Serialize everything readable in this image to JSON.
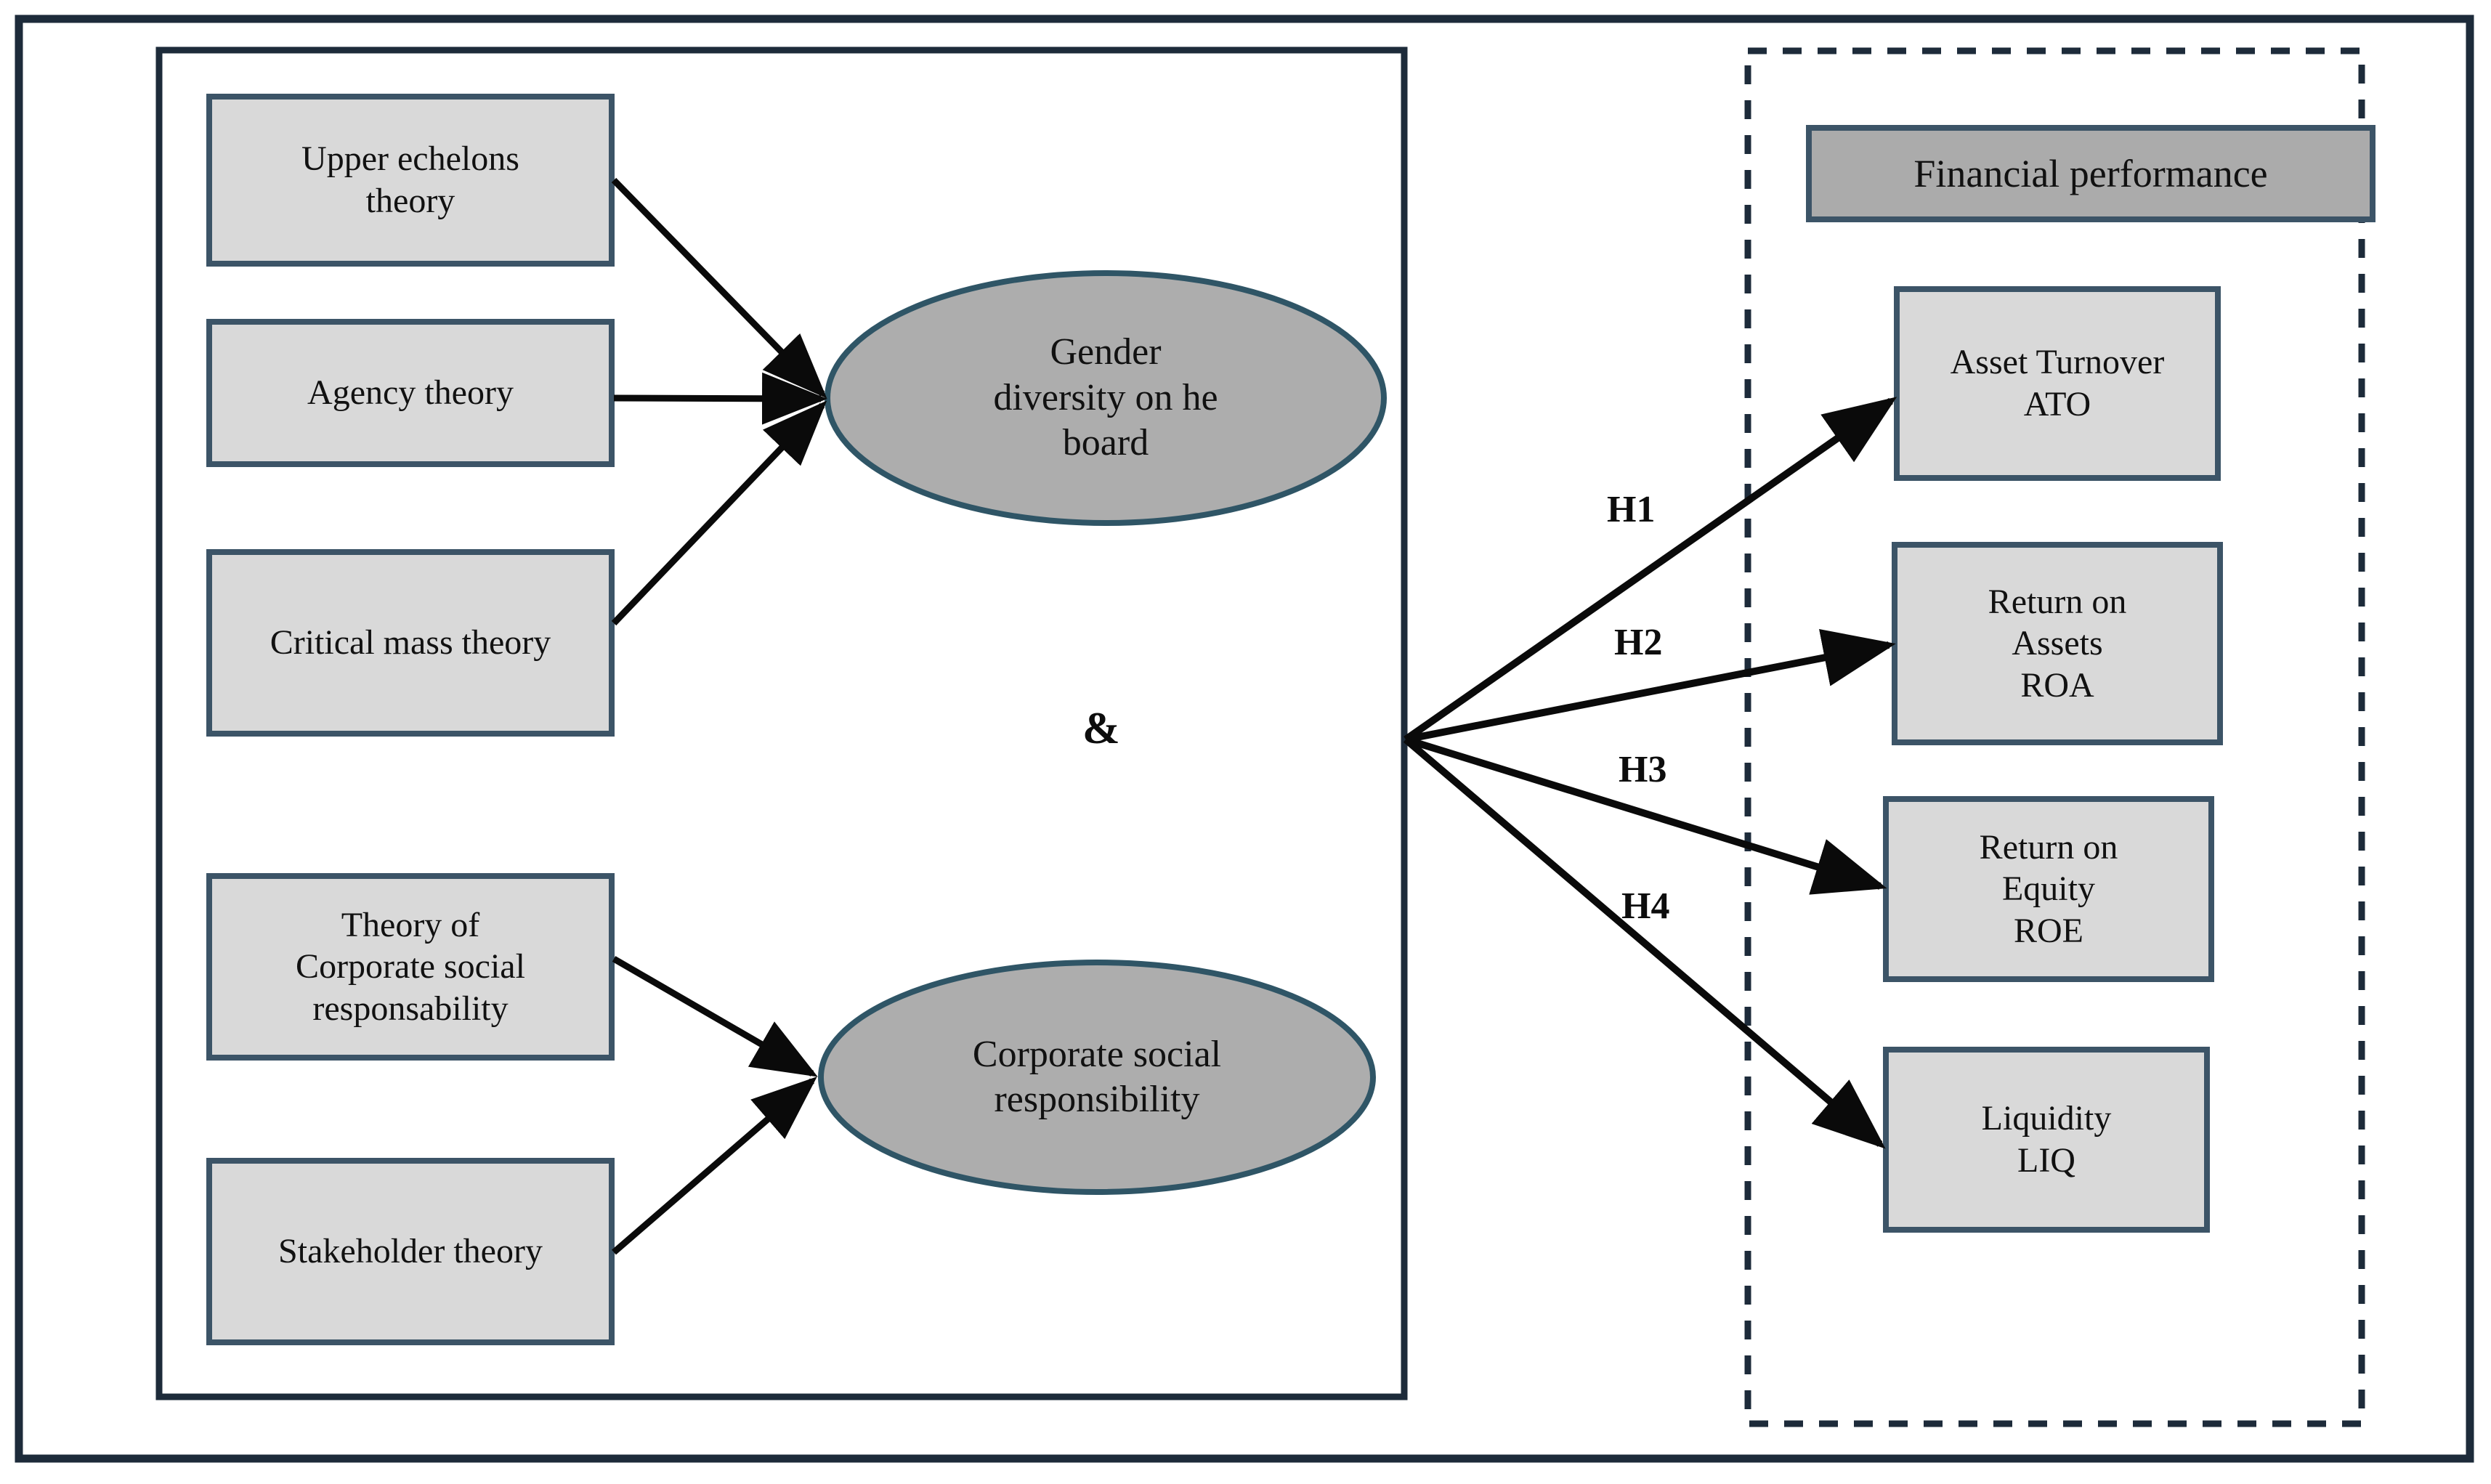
{
  "figure": {
    "type": "conceptual-framework-diagram",
    "title": "",
    "colors": {
      "frame_stroke": "#1d2b3a",
      "box_stroke": "#3c5467",
      "box_fill": "#d9d9d9",
      "oval_fill": "#adadad",
      "oval_stroke": "#2f5566",
      "header_fill": "#ababab",
      "arrow": "#0a0a0a",
      "background": "#ffffff"
    }
  },
  "left_panel": {
    "name": "independent-constructs-panel",
    "border_style": "solid",
    "theory_boxes_top": [
      {
        "id": "upper-echelons-theory",
        "label": "Upper echelons\ntheory"
      },
      {
        "id": "agency-theory",
        "label": "Agency theory"
      },
      {
        "id": "critical-mass-theory",
        "label": "Critical mass theory"
      }
    ],
    "theory_boxes_bottom": [
      {
        "id": "theory-of-csr",
        "label": "Theory of\nCorporate social\nresponsability"
      },
      {
        "id": "stakeholder-theory",
        "label": "Stakeholder  theory"
      }
    ],
    "constructs": [
      {
        "id": "gender-diversity-board",
        "label": "Gender\ndiversity on he\nboard"
      },
      {
        "id": "corporate-social-responsibility",
        "label": "Corporate social\nresponsibility"
      }
    ],
    "connector": "&"
  },
  "right_panel": {
    "name": "financial-performance-panel",
    "border_style": "dashed",
    "header": {
      "id": "financial-performance",
      "label": "Financial performance"
    },
    "outcome_boxes": [
      {
        "id": "asset-turnover",
        "label": "Asset Turnover\nATO"
      },
      {
        "id": "return-on-assets",
        "label": "Return on\nAssets\nROA"
      },
      {
        "id": "return-on-equity",
        "label": "Return on\nEquity\nROE"
      },
      {
        "id": "liquidity",
        "label": "Liquidity\nLIQ"
      }
    ]
  },
  "hypotheses": [
    {
      "id": "h1",
      "label": "H1",
      "from": "constructs",
      "to": "asset-turnover"
    },
    {
      "id": "h2",
      "label": "H2",
      "from": "constructs",
      "to": "return-on-assets"
    },
    {
      "id": "h3",
      "label": "H3",
      "from": "constructs",
      "to": "return-on-equity"
    },
    {
      "id": "h4",
      "label": "H4",
      "from": "constructs",
      "to": "liquidity"
    }
  ]
}
